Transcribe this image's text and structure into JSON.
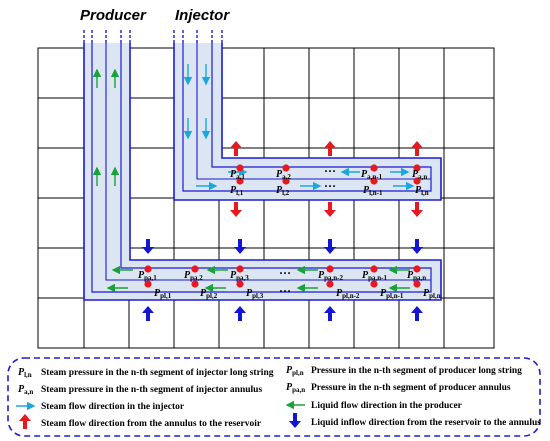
{
  "titles": {
    "producer": "Producer",
    "injector": "Injector"
  },
  "upper_row": {
    "annulus_labels": [
      {
        "sym": "P",
        "sub": "a,1"
      },
      {
        "sym": "P",
        "sub": "a,2"
      },
      {
        "sym": "P",
        "sub": "a,n-1"
      },
      {
        "sym": "P",
        "sub": "a,n"
      }
    ],
    "long_labels": [
      {
        "sym": "P",
        "sub": "l,1"
      },
      {
        "sym": "P",
        "sub": "l,2"
      },
      {
        "sym": "P",
        "sub": "l,n-1"
      },
      {
        "sym": "P",
        "sub": "l,n"
      }
    ]
  },
  "lower_row": {
    "annulus_labels": [
      {
        "sym": "P",
        "sub": "pa,1"
      },
      {
        "sym": "P",
        "sub": "pa,2"
      },
      {
        "sym": "P",
        "sub": "pa,3"
      },
      {
        "sym": "P",
        "sub": "pa,n-2"
      },
      {
        "sym": "P",
        "sub": "pa,n-1"
      },
      {
        "sym": "P",
        "sub": "pa,n"
      }
    ],
    "long_labels": [
      {
        "sym": "P",
        "sub": "pl,1"
      },
      {
        "sym": "P",
        "sub": "pl,2"
      },
      {
        "sym": "P",
        "sub": "pl,3"
      },
      {
        "sym": "P",
        "sub": "pl,n-2"
      },
      {
        "sym": "P",
        "sub": "pl,n-1"
      },
      {
        "sym": "P",
        "sub": "pl,n"
      }
    ]
  },
  "ellipsis": "…",
  "legend": {
    "items": [
      {
        "sym": "P",
        "sub": "l,n",
        "text": "Steam pressure in the n-th segment of injector long string"
      },
      {
        "sym": "P",
        "sub": "a,n",
        "text": "Steam pressure in the n-th segment of injector annulus"
      },
      {
        "sym": "",
        "sub": "",
        "text": "Steam flow direction in the injector"
      },
      {
        "sym": "",
        "sub": "",
        "text": "Steam flow direction from the annulus to the reservoir"
      },
      {
        "sym": "P",
        "sub": "pl,n",
        "text": "Pressure in the n-th segment of producer long string"
      },
      {
        "sym": "P",
        "sub": "pa,n",
        "text": "Pressure in the n-th segment of producer annulus"
      },
      {
        "sym": "",
        "sub": "",
        "text": "Liquid flow direction in the producer"
      },
      {
        "sym": "",
        "sub": "",
        "text": "Liquid inflow direction from the reservoir to the annulus"
      }
    ]
  },
  "colors": {
    "pipe_fill": "#dce6f2",
    "pipe_stroke": "#1b1bd6",
    "steam_arrow": "#1aa7e0",
    "liquid_arrow": "#18a33a",
    "node": "#e8181f",
    "steam_out_arrow": "#e8181f",
    "liquid_in_arrow": "#1414d4",
    "legend_border": "#1b1bd6"
  }
}
